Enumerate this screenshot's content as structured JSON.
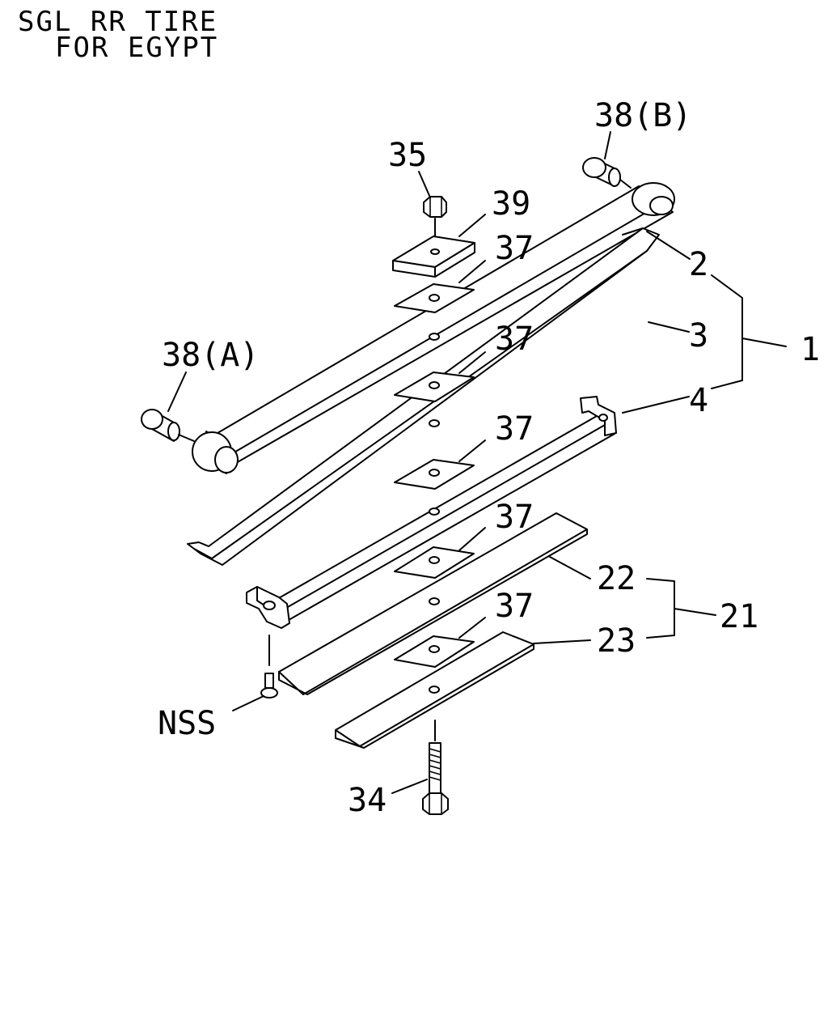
{
  "title": {
    "line1": "SGL RR TIRE",
    "line2": "FOR EGYPT"
  },
  "callouts": {
    "c1": "1",
    "c2": "2",
    "c3": "3",
    "c4": "4",
    "c21": "21",
    "c22": "22",
    "c23": "23",
    "c34": "34",
    "c35": "35",
    "c37a": "37",
    "c37b": "37",
    "c37c": "37",
    "c37d": "37",
    "c37e": "37",
    "c38a": "38(A)",
    "c38b": "38(B)",
    "c39": "39",
    "nss": "NSS"
  }
}
